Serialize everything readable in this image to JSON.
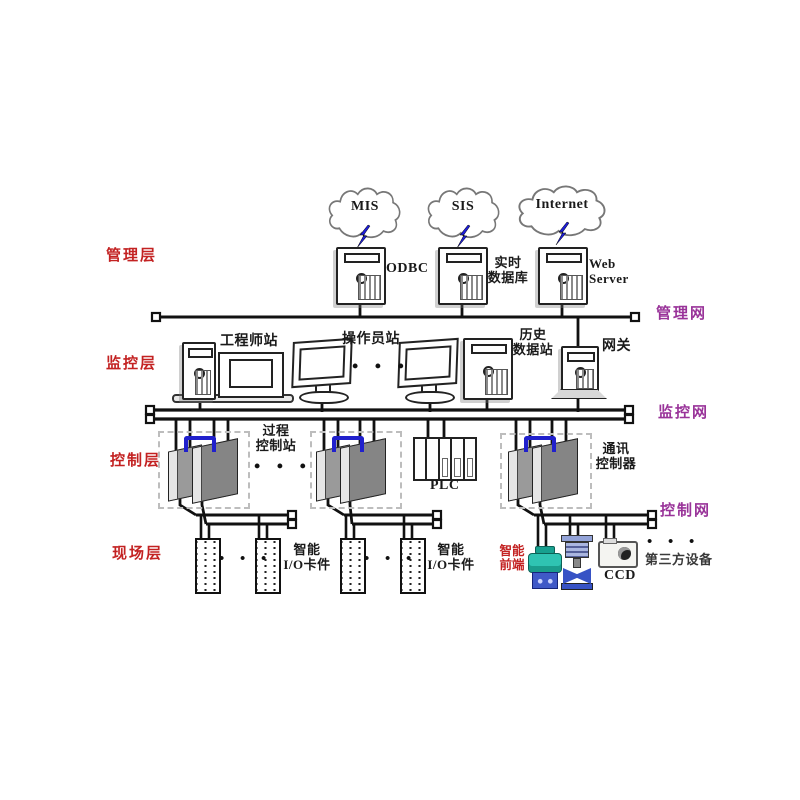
{
  "colors": {
    "layer_label": "#c32222",
    "network_label": "#993399",
    "line": "#111111",
    "lightning_blue": "#1e1ed6",
    "jumper_blue": "#2020cc",
    "transmitter_teal": "#2fc3b2",
    "valve_blue": "#3752c5"
  },
  "clouds": [
    {
      "label": "MIS"
    },
    {
      "label": "SIS"
    },
    {
      "label": "Internet"
    }
  ],
  "layer_labels": {
    "management": "管理层",
    "supervision": "监控层",
    "control": "控制层",
    "field": "现场层"
  },
  "network_labels": {
    "management": "管理网",
    "supervision": "监控网",
    "control": "控制网"
  },
  "management_nodes": {
    "odbc": {
      "label": "ODBC"
    },
    "realtime_db": {
      "label": "实时\n数据库"
    },
    "web_server": {
      "label": "Web\nServer"
    }
  },
  "supervision_nodes": {
    "engineer": {
      "label": "工程师站"
    },
    "operator": {
      "label": "操作员站"
    },
    "history": {
      "label": "历史\n数据站"
    },
    "gateway": {
      "label": "网关"
    }
  },
  "control_nodes": {
    "process_station": {
      "label": "过程\n控制站"
    },
    "plc": {
      "label": "PLC"
    },
    "comm_controller": {
      "label": "通讯\n控制器"
    }
  },
  "field_nodes": {
    "io_cards_1": {
      "label": "智能\nI/O卡件"
    },
    "io_cards_2": {
      "label": "智能\nI/O卡件"
    },
    "smart_frontend": {
      "label": "智能\n前端"
    },
    "ccd": {
      "label": "CCD"
    },
    "third_party": {
      "label": "第三方设备"
    }
  },
  "ellipsis": "• • •"
}
